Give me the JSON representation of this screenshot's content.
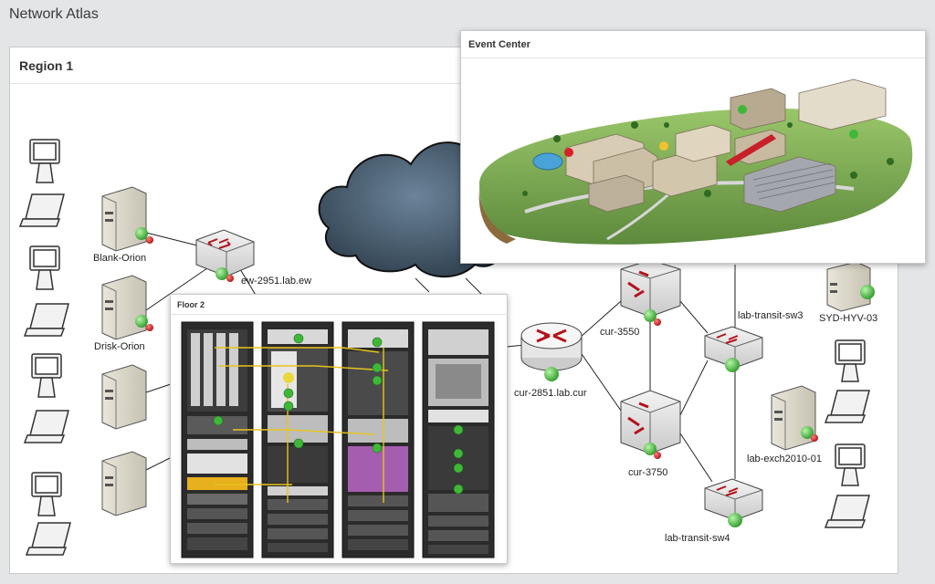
{
  "app": {
    "title": "Network Atlas"
  },
  "region": {
    "title": "Region 1"
  },
  "event_center": {
    "title": "Event Center"
  },
  "floor": {
    "title": "Floor 2"
  },
  "nodes": {
    "blank_orion": "Blank-Orion",
    "drisk_orion": "Drisk-Orion",
    "ew_2951": "ew-2951.lab.ew",
    "cur_2851": "cur-2851.lab.cur",
    "cur_3550": "cur-3550",
    "cur_3750": "cur-3750",
    "lab_transit_sw3": "lab-transit-sw3",
    "lab_transit_sw4": "lab-transit-sw4",
    "syd_hyv_03": "SYD-HYV-03",
    "lab_exch2010": "lab-exch2010-01"
  },
  "colors": {
    "status_up": "#3fb83a",
    "status_down": "#d8202a",
    "cloud": "#3e5264"
  }
}
